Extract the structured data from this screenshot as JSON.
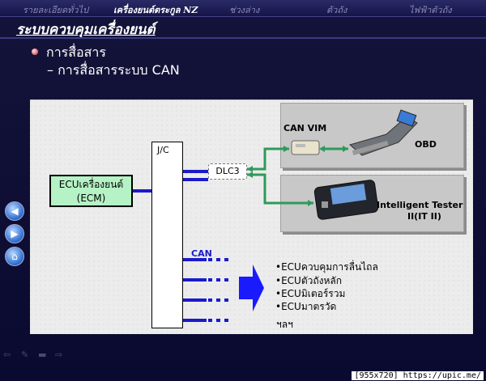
{
  "tabs": [
    {
      "label": "รายละเอียดทั่วไป",
      "active": false
    },
    {
      "label": "เครื่องยนต์ตระกูล NZ",
      "active": true
    },
    {
      "label": "ช่วงล่าง",
      "active": false
    },
    {
      "label": "ตัวถัง",
      "active": false
    },
    {
      "label": "ไฟฟ้าตัวถัง",
      "active": false
    }
  ],
  "title": "ระบบควบคุมเครื่องยนต์",
  "bullets": {
    "main": "การสื่อสาร",
    "sub": "– การสื่อสารระบบ CAN"
  },
  "diagram": {
    "ecu_line1": "ECUเครื่องยนต์",
    "ecu_line2": "(ECM)",
    "jc": "J/C",
    "dlc3": "DLC3",
    "can_vim": "CAN VIM",
    "obd": "OBD",
    "it_line1": "Intelligent Tester",
    "it_line2": "II(IT II)",
    "can": "CAN",
    "ecu_list": [
      "•ECUควบคุมการลื่นไถล",
      "•ECUตัวถังหลัก",
      "•ECUมิเตอร์รวม",
      "•ECUมาตรวัด"
    ],
    "ecu_more": "ฯลฯ"
  },
  "nav": {
    "prev_icon": "arrow-left-icon",
    "next_icon": "arrow-right-icon",
    "home_icon": "home-icon"
  },
  "watermark": "[955x720] https://upic.me/",
  "colors": {
    "background": "#0a0a30",
    "panel": "#ededed",
    "ecu_box": "#b5f2c5",
    "can_line": "#1a1acc",
    "diag_line": "#2e9a5a"
  }
}
